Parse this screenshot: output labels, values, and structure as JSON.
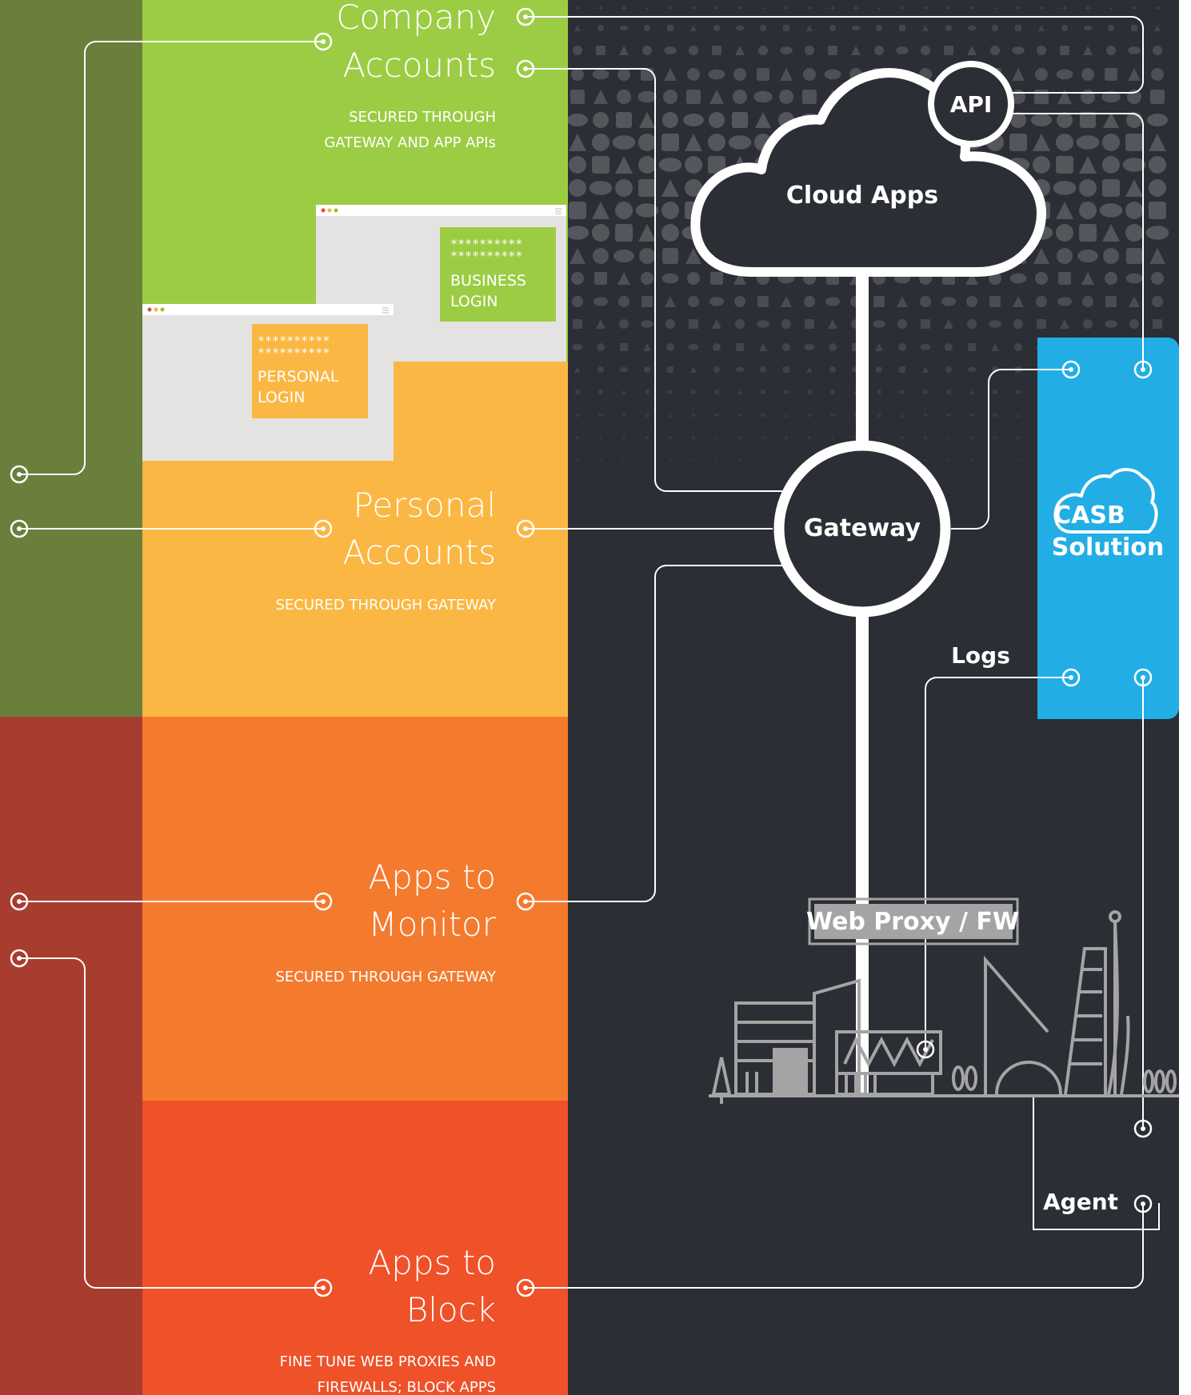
{
  "sections": [
    {
      "title_lines": [
        "Company",
        "Accounts"
      ],
      "subtitle_lines": [
        "SECURED THROUGH",
        "GATEWAY AND APP APIs"
      ]
    },
    {
      "title_lines": [
        "Personal",
        "Accounts"
      ],
      "subtitle_lines": [
        "SECURED THROUGH GATEWAY"
      ]
    },
    {
      "title_lines": [
        "Apps to",
        "Monitor"
      ],
      "subtitle_lines": [
        "SECURED THROUGH GATEWAY"
      ]
    },
    {
      "title_lines": [
        "Apps to",
        "Block"
      ],
      "subtitle_lines": [
        "FINE TUNE WEB PROXIES AND",
        "FIREWALLS; BLOCK APPS"
      ]
    }
  ],
  "business_login": {
    "stars": [
      "**********",
      "**********"
    ],
    "label_lines": [
      "BUSINESS",
      "LOGIN"
    ]
  },
  "personal_login": {
    "stars": [
      "**********",
      "**********"
    ],
    "label_lines": [
      "PERSONAL",
      "LOGIN"
    ]
  },
  "nodes": {
    "api": "API",
    "cloud_apps": "Cloud Apps",
    "gateway": "Gateway",
    "logs": "Logs",
    "web_proxy": "Web Proxy / FW",
    "agent": "Agent",
    "casb_lines": [
      "CASB",
      "Solution"
    ]
  },
  "colors": {
    "dark_bg": "#2b2e34",
    "company_green": "#9ccc44",
    "company_green_dark": "#6a7f3c",
    "personal_yellow": "#fbb743",
    "monitor_orange": "#f47a2e",
    "block_red": "#ef5128",
    "side_red": "#a83c2e",
    "casb_blue": "#22aee5",
    "line_white": "#ffffff",
    "city_gray": "#a4a4a4"
  },
  "icons": [
    "cloud-icon",
    "casb-cloud-icon",
    "city-skyline-icon",
    "browser-window-icon",
    "port-icon"
  ]
}
